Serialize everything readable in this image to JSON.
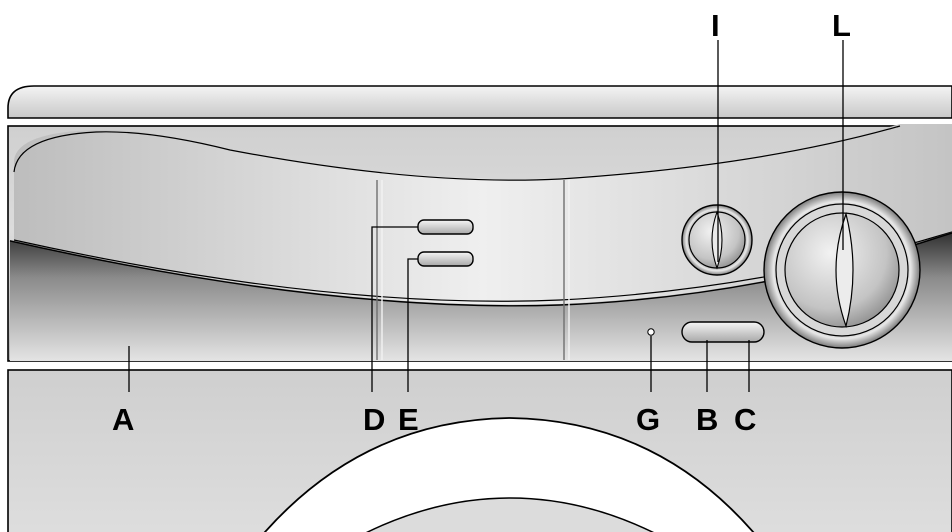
{
  "labels": {
    "A": "A",
    "B": "B",
    "C": "C",
    "D": "D",
    "E": "E",
    "G": "G",
    "I": "I",
    "L": "L"
  },
  "icons": {
    "knob_small": "selector-knob-icon",
    "knob_large": "program-knob-icon"
  },
  "colors": {
    "outline": "#000000",
    "panel_light": "#e6e6e6",
    "panel_mid": "#b9b9b9",
    "panel_dark": "#3a3a3a",
    "background": "#ffffff"
  }
}
